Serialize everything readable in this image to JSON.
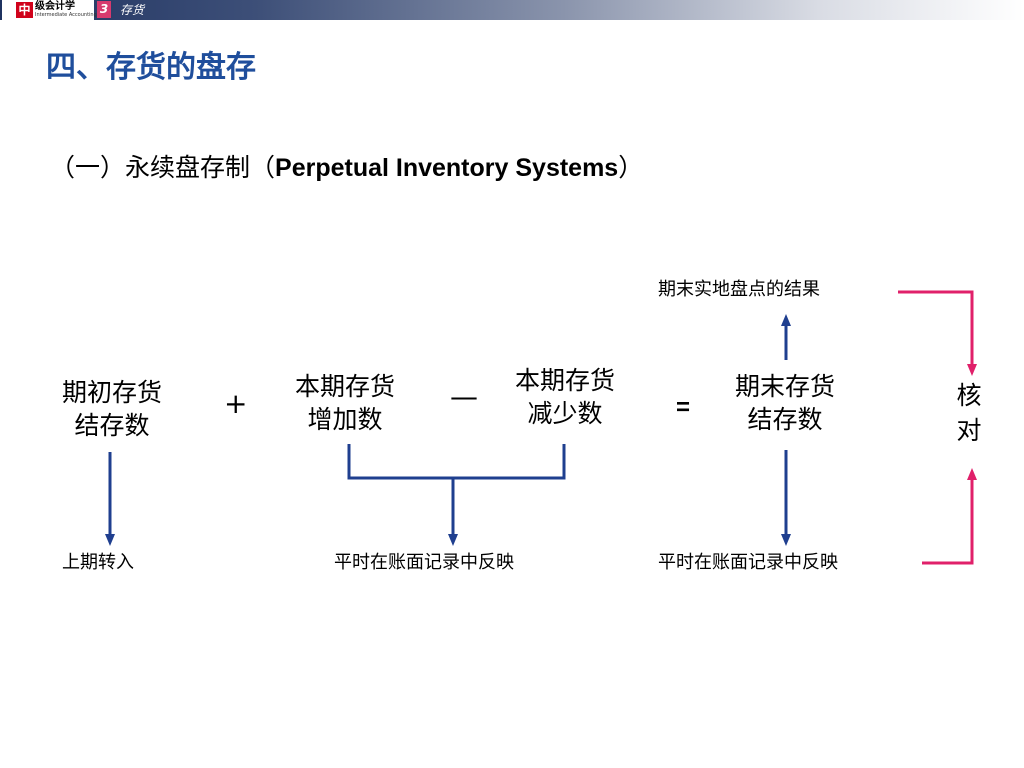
{
  "header": {
    "logo_char": "中",
    "logo_cn": "级会计学",
    "logo_en": "Intermediate Accounting",
    "chapter_number": "3",
    "chapter_title": "存货"
  },
  "title": "四、存货的盘存",
  "subtitle": {
    "prefix": "（一）永续盘存制（",
    "english": "Perpetual Inventory Systems",
    "suffix": "）"
  },
  "formula": {
    "beginning": [
      "期初存货",
      "结存数"
    ],
    "plus": "+",
    "increase": [
      "本期存货",
      "增加数"
    ],
    "minus": "—",
    "decrease": [
      "本期存货",
      "减少数"
    ],
    "equals": "=",
    "ending": [
      "期末存货",
      "结存数"
    ]
  },
  "notes": {
    "beginning_source": "上期转入",
    "period_record": "平时在账面记录中反映",
    "ending_record": "平时在账面记录中反映",
    "physical_count": "期末实地盘点的结果"
  },
  "verify": [
    "核",
    "对"
  ],
  "colors": {
    "title": "#1f4e9c",
    "arrow": "#1f3f8f",
    "verify_arrow": "#e0206a",
    "chapter_badge": "#d63a6e",
    "logo_red": "#d0021b"
  }
}
